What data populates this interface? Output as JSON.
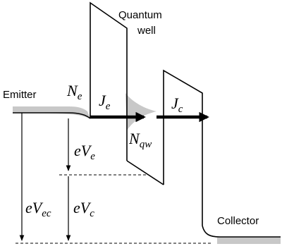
{
  "labels": {
    "quantum_well_line1": "Quantum",
    "quantum_well_line2": "well",
    "emitter": "Emitter",
    "collector": "Collector"
  },
  "symbols": {
    "Ne": {
      "base": "N",
      "sub": "e"
    },
    "Je": {
      "base": "J",
      "sub": "e"
    },
    "Jc": {
      "base": "J",
      "sub": "c"
    },
    "Nqw": {
      "base": "N",
      "sub": "qw"
    },
    "eVe": {
      "base": "eV",
      "sub": "e"
    },
    "eVec": {
      "base": "eV",
      "sub": "ec"
    },
    "eVc": {
      "base": "eV",
      "sub": "c"
    }
  },
  "colors": {
    "line": "#000000",
    "electron_fill": "#c8c8c8"
  }
}
